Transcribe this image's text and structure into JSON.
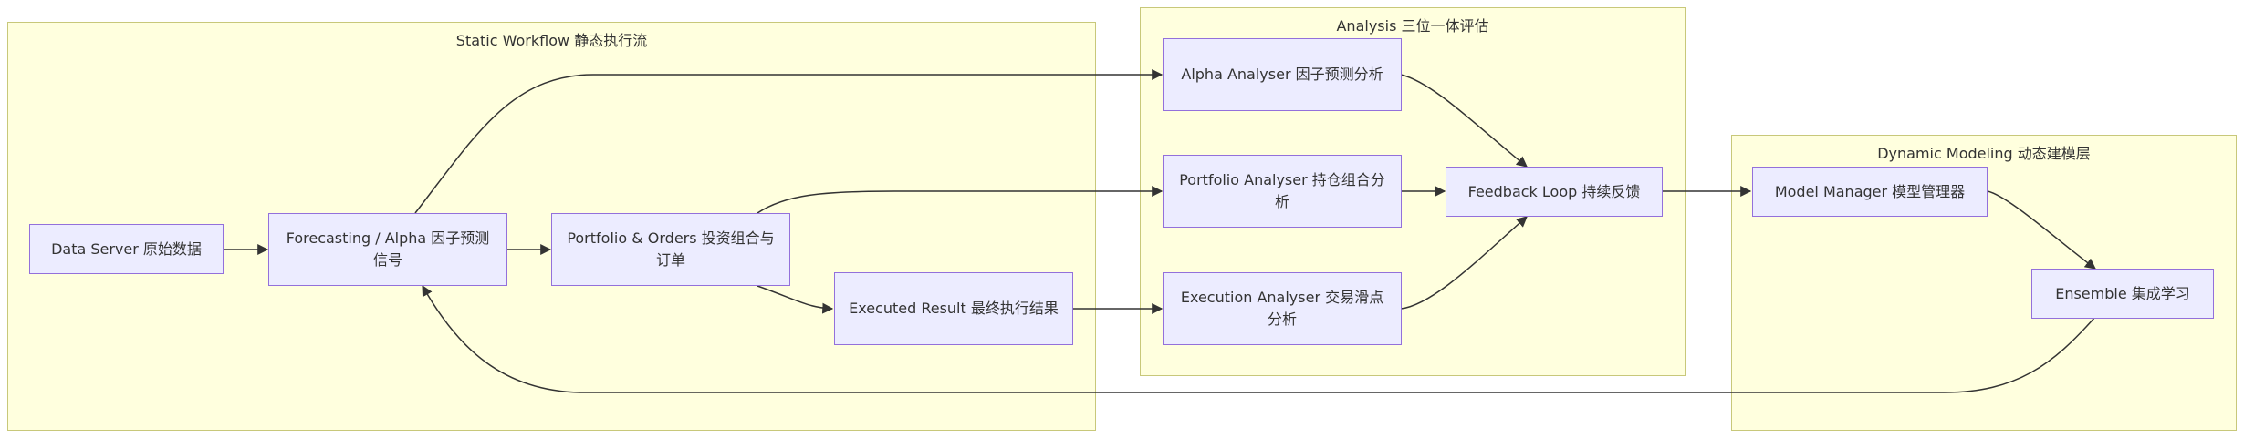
{
  "clusters": {
    "static": {
      "title": "Static Workflow 静态执行流"
    },
    "analysis": {
      "title": "Analysis 三位一体评估"
    },
    "dynamic": {
      "title": "Dynamic Modeling 动态建模层"
    }
  },
  "nodes": {
    "data_server": "Data Server 原始数据",
    "forecasting": "Forecasting / Alpha 因子预测信号",
    "portfolio_orders": "Portfolio & Orders 投资组合与订单",
    "executed_result": "Executed Result 最终执行结果",
    "alpha_analyser": "Alpha Analyser 因子预测分析",
    "portfolio_analyser": "Portfolio Analyser 持仓组合分析",
    "execution_analyser": "Execution Analyser 交易滑点分析",
    "feedback_loop": "Feedback Loop 持续反馈",
    "model_manager": "Model Manager 模型管理器",
    "ensemble": "Ensemble 集成学习"
  },
  "colors": {
    "cluster_fill": "#ffffde",
    "cluster_border": "#c8c87a",
    "node_fill": "#ececff",
    "node_border": "#9370db",
    "edge": "#333333"
  }
}
